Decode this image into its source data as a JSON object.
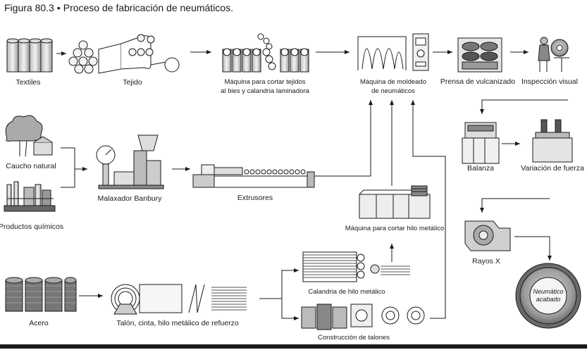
{
  "caption": {
    "figure": "Figura 80.3",
    "bullet": "•",
    "title": "Proceso de fabricación de neumáticos."
  },
  "labels": {
    "textiles": "Textiles",
    "tejido": "Tejido",
    "maquina_tejidos_1": "Máquina para cortar tejidos",
    "maquina_tejidos_2": "al bies y calandria laminadora",
    "moldeado_1": "Máquina de moldeado",
    "moldeado_2": "de neumáticos",
    "prensa": "Prensa de vulcanizado",
    "inspeccion": "Inspección visual",
    "caucho": "Caucho natural",
    "quimicos": "Productos químicos",
    "banbury": "Malaxador Banbury",
    "extrusores": "Extrusores",
    "balanza": "Balanza",
    "variacion": "Variación de fuerza",
    "rayos": "Rayos X",
    "hilo_metalico": "Máquina para cortar hilo metálico",
    "calandria_hilo": "Calandria de hilo metálico",
    "acero": "Acero",
    "talon": "Talón, cinta, hilo metálico de refuerzo",
    "construccion": "Construcción de talones",
    "neumatico_1": "Neumático",
    "neumatico_2": "acabado"
  }
}
